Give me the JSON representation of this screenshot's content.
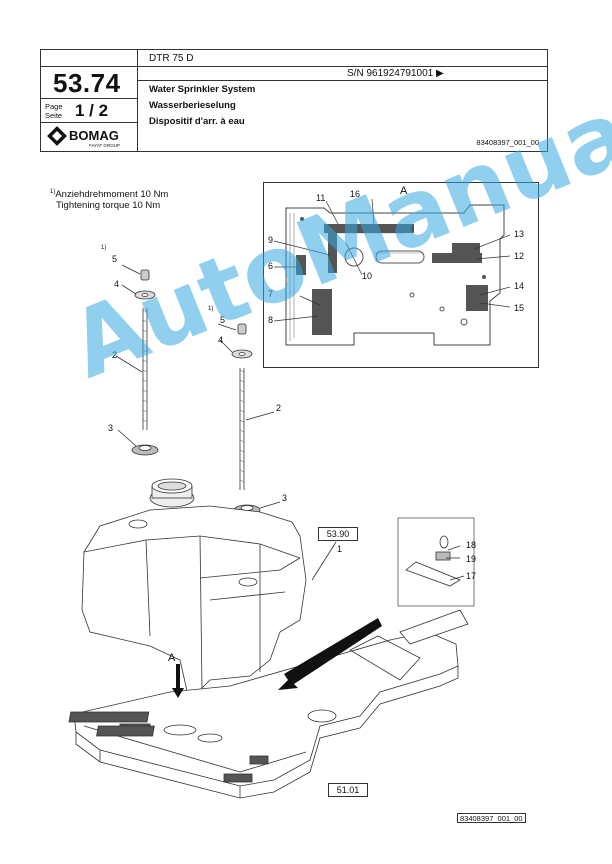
{
  "header": {
    "model": "DTR 75 D",
    "serial": "S/N 961924791001",
    "group_number": "53.74",
    "page_label_de": "Seite",
    "page_label_en": "Page",
    "page_number": "1 / 2",
    "title_en": "Water Sprinkler System",
    "title_de": "Wasserberieselung",
    "title_fr": "Dispositif d'arr. à eau",
    "doc_id": "83408397_001_00",
    "brand": "BOMAG",
    "brand_sub": "FAYAT GROUP"
  },
  "notes": {
    "footnote_marker": "1)",
    "torque_de": "Anziehdrehmoment 10 Nm",
    "torque_en": "Tightening torque 10 Nm"
  },
  "detail": {
    "view_label": "A",
    "callouts": [
      "16",
      "11",
      "9",
      "10",
      "6",
      "7",
      "8",
      "13",
      "12",
      "14",
      "15"
    ]
  },
  "main_callouts": {
    "c1_marker": "1)",
    "c5a": "5",
    "c4a": "4",
    "c2a": "2",
    "c3a": "3",
    "c1_marker_b": "1)",
    "c5b": "5",
    "c4b": "4",
    "c2b": "2",
    "c3b": "3",
    "c1": "1",
    "c18": "18",
    "c19": "19",
    "c17": "17",
    "arrow_A": "A"
  },
  "refs": {
    "ref_top": "53.90",
    "ref_bottom": "51.01"
  },
  "footer": {
    "doc_id": "83408397_001_00"
  },
  "watermark": "AutoManual"
}
